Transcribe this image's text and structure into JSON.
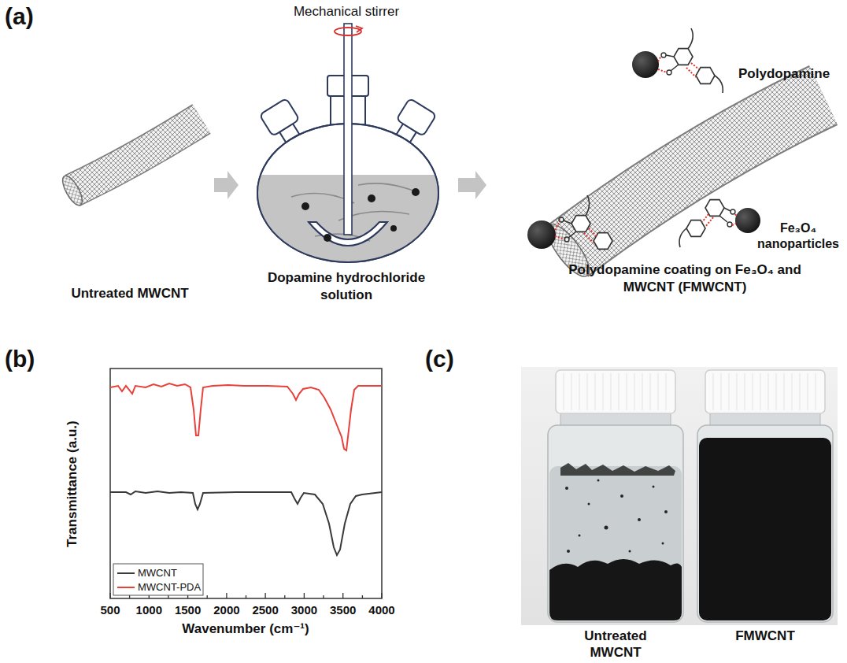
{
  "diagram": {
    "nodes": [
      {
        "text": [
          "Untreated MWCNT"
        ]
      },
      {
        "text": [
          "Mechanical stirrer",
          "Dopamine hydrochloride solution"
        ]
      },
      {
        "text": [
          "Polydopamine",
          "Fe₃O₄ nanoparticles",
          "Polydopamine coating on Fe₃O₄ and MWCNT (FMWCNT)"
        ]
      }
    ],
    "edges": [
      {
        "from": 0,
        "to": 1,
        "arrow": "to"
      },
      {
        "from": 1,
        "to": 2,
        "arrow": "to"
      }
    ],
    "labels": [
      "(a)",
      "(b)",
      "Transmittance (a.u.)",
      "500",
      "1000",
      "1500",
      "2000",
      "2500",
      "3000",
      "3500",
      "4000",
      "Wavenumber (cm⁻¹)",
      "(c)",
      "Untreated MWCNT",
      "FMWCNT"
    ],
    "legend": [
      {
        "text": "MWCNT"
      },
      {
        "text": "MWCNT-PDA"
      }
    ]
  }
}
